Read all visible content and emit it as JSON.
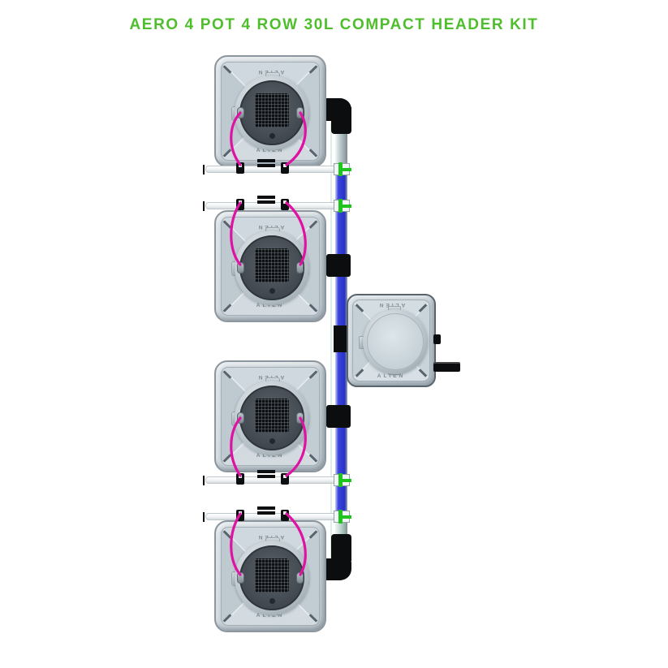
{
  "title": {
    "text": "AERO 4 POT 4 ROW 30L COMPACT HEADER KIT"
  },
  "brand": {
    "label": "ALIEN"
  },
  "system": {
    "pot_count": 4,
    "row_count": 4,
    "tank_size": "30L",
    "kit_type": "COMPACT HEADER KIT"
  },
  "colors": {
    "title_green": "#4fbe2d",
    "pipe_blue": "#3c44e0",
    "connector_green": "#1fc41f",
    "tube_magenta": "#df13a3",
    "pipe_black": "#0b0d0e",
    "pot_edge": "#8b969e"
  }
}
